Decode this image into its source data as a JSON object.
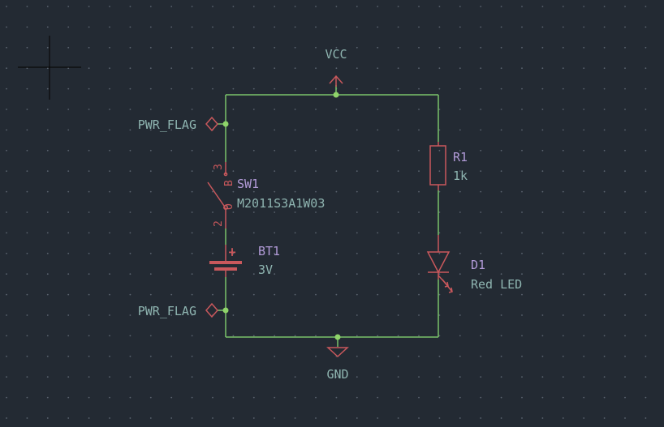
{
  "colors": {
    "background": "#232a33",
    "grid_dot": "#5b6470",
    "wire": "#7bc26b",
    "junction": "#8fd46a",
    "symbol": "#c9585c",
    "reference": "#b29bd8",
    "power_net": "#8fb5b1",
    "cursor": "#0a0a0a"
  },
  "power": {
    "vcc_label": "VCC",
    "gnd_label": "GND",
    "pwr_flag_top": "PWR_FLAG",
    "pwr_flag_bottom": "PWR_FLAG"
  },
  "components": {
    "sw1": {
      "ref": "SW1",
      "value": "M2011S3A1W03",
      "pin_top": "3",
      "pin_b": "B",
      "pin_bottom": "2",
      "pin_o": "O"
    },
    "bt1": {
      "ref": "BT1",
      "value": "3V",
      "polarity": "+"
    },
    "r1": {
      "ref": "R1",
      "value": "1k"
    },
    "d1": {
      "ref": "D1",
      "value": "Red LED"
    }
  }
}
